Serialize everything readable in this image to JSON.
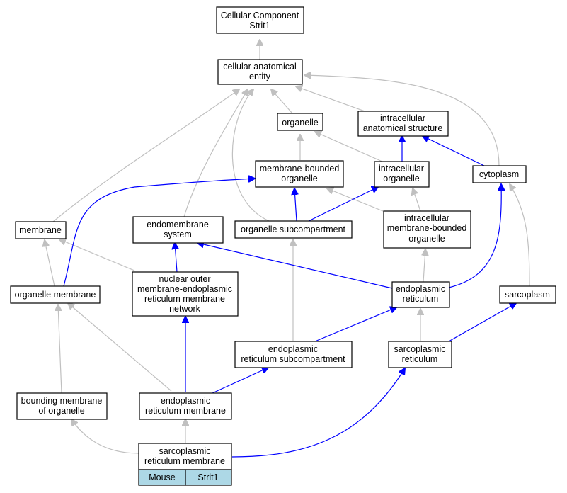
{
  "colors": {
    "is_a_edge": "#c0c0c0",
    "part_of_edge": "#0000ff",
    "legend_fill": "#add8e6"
  },
  "nodes": {
    "cc_strit1": [
      "Cellular Component",
      "Strit1"
    ],
    "cellular_anatomical_entity": [
      "cellular anatomical",
      "entity"
    ],
    "organelle": [
      "organelle"
    ],
    "intracellular_anatomical_structure": [
      "intracellular",
      "anatomical structure"
    ],
    "membrane_bounded_organelle": [
      "membrane-bounded",
      "organelle"
    ],
    "intracellular_organelle": [
      "intracellular",
      "organelle"
    ],
    "cytoplasm": [
      "cytoplasm"
    ],
    "membrane": [
      "membrane"
    ],
    "endomembrane_system": [
      "endomembrane",
      "system"
    ],
    "organelle_subcompartment": [
      "organelle subcompartment"
    ],
    "intracellular_membrane_bounded_organelle": [
      "intracellular",
      "membrane-bounded",
      "organelle"
    ],
    "organelle_membrane": [
      "organelle membrane"
    ],
    "nuclear_outer_membrane_er_network": [
      "nuclear outer",
      "membrane-endoplasmic",
      "reticulum membrane",
      "network"
    ],
    "endoplasmic_reticulum": [
      "endoplasmic",
      "reticulum"
    ],
    "sarcoplasm": [
      "sarcoplasm"
    ],
    "er_subcompartment": [
      "endoplasmic",
      "reticulum subcompartment"
    ],
    "sarcoplasmic_reticulum": [
      "sarcoplasmic",
      "reticulum"
    ],
    "bounding_membrane_of_organelle": [
      "bounding membrane",
      "of organelle"
    ],
    "er_membrane": [
      "endoplasmic",
      "reticulum membrane"
    ],
    "sarcoplasmic_reticulum_membrane": [
      "sarcoplasmic",
      "reticulum membrane"
    ]
  },
  "legend": {
    "species": "Mouse",
    "gene": "Strit1"
  }
}
